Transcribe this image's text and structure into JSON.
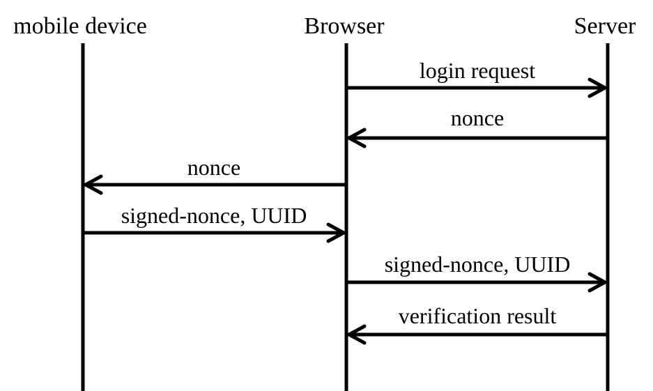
{
  "participants": [
    {
      "id": "mobile",
      "label": "mobile device"
    },
    {
      "id": "browser",
      "label": "Browser"
    },
    {
      "id": "server",
      "label": "Server"
    }
  ],
  "messages": [
    {
      "from": "browser",
      "to": "server",
      "label": "login request"
    },
    {
      "from": "server",
      "to": "browser",
      "label": "nonce"
    },
    {
      "from": "browser",
      "to": "mobile",
      "label": "nonce"
    },
    {
      "from": "mobile",
      "to": "browser",
      "label": "signed-nonce, UUID"
    },
    {
      "from": "browser",
      "to": "server",
      "label": "signed-nonce, UUID"
    },
    {
      "from": "server",
      "to": "browser",
      "label": "verification result"
    }
  ]
}
